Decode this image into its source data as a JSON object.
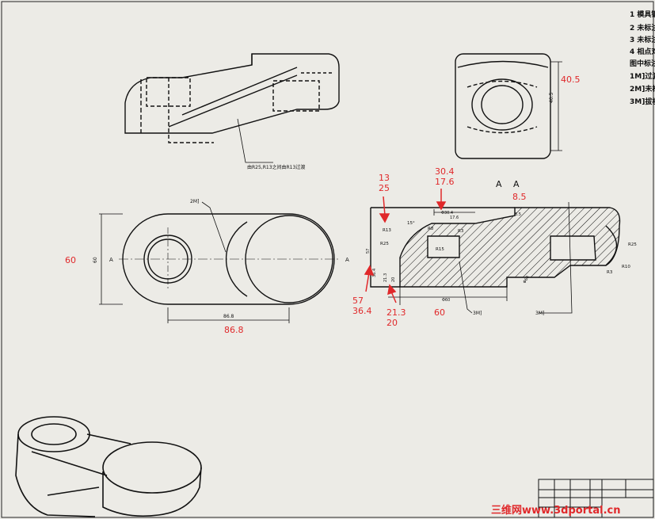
{
  "notes": [
    "1 模具锻",
    "2 未标注",
    "3 未标注",
    "4 相点对",
    "图中标注",
    "1M]过渡",
    "2M]未标",
    "3M]拔模"
  ],
  "callouts": {
    "top_view": "由R25,R13之间由R13过渡",
    "front_mark": "2M]"
  },
  "section": {
    "label_a1": "A",
    "label_a2": "A",
    "leader_3m": "3M]",
    "leader_3m_right": "3M]",
    "dims_drawn": [
      "R13",
      "R25",
      "R15",
      "R3",
      "R8",
      "R25",
      "R10",
      "R3",
      "15°",
      "17.6",
      "Φ30.4",
      "8.5",
      "57",
      "36.4",
      "21.3",
      "20",
      "Φ60",
      "Φ60"
    ]
  },
  "front": {
    "label_a_left": "A",
    "label_a_right": "A",
    "dim_height_drawn": "60",
    "dim_width_drawn": "86.8"
  },
  "side": {
    "dim_height_drawn": "40.5"
  },
  "red_annotations": {
    "side_height": "40.5",
    "front_height": "60",
    "front_width": "86.8",
    "sec_13": "13",
    "sec_25": "25",
    "sec_304": "30.4",
    "sec_176": "17.6",
    "sec_aa": "A  A",
    "sec_85": "8.5",
    "sec_57": "57",
    "sec_364": "36.4",
    "sec_213": "21.3",
    "sec_20": "20",
    "sec_60": "60"
  },
  "watermark": "三维网www.3dportal.cn",
  "colors": {
    "paper": "#ecebe6",
    "ink": "#111111",
    "annotation": "#e0282a"
  }
}
